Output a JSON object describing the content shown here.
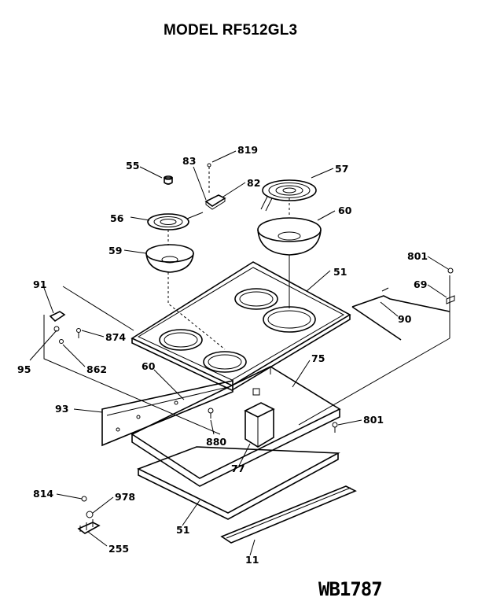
{
  "title": "MODEL RF512GL3",
  "diagram_code": "WB1787",
  "labels": {
    "p55": "55",
    "p83": "83",
    "p819": "819",
    "p82": "82",
    "p57": "57",
    "p56": "56",
    "p60a": "60",
    "p59": "59",
    "p51a": "51",
    "p801a": "801",
    "p69": "69",
    "p90": "90",
    "p91": "91",
    "p874": "874",
    "p95": "95",
    "p862": "862",
    "p60b": "60",
    "p75": "75",
    "p93": "93",
    "p880": "880",
    "p801b": "801",
    "p77": "77",
    "p814": "814",
    "p978": "978",
    "p51b": "51",
    "p255": "255",
    "p11": "11"
  }
}
